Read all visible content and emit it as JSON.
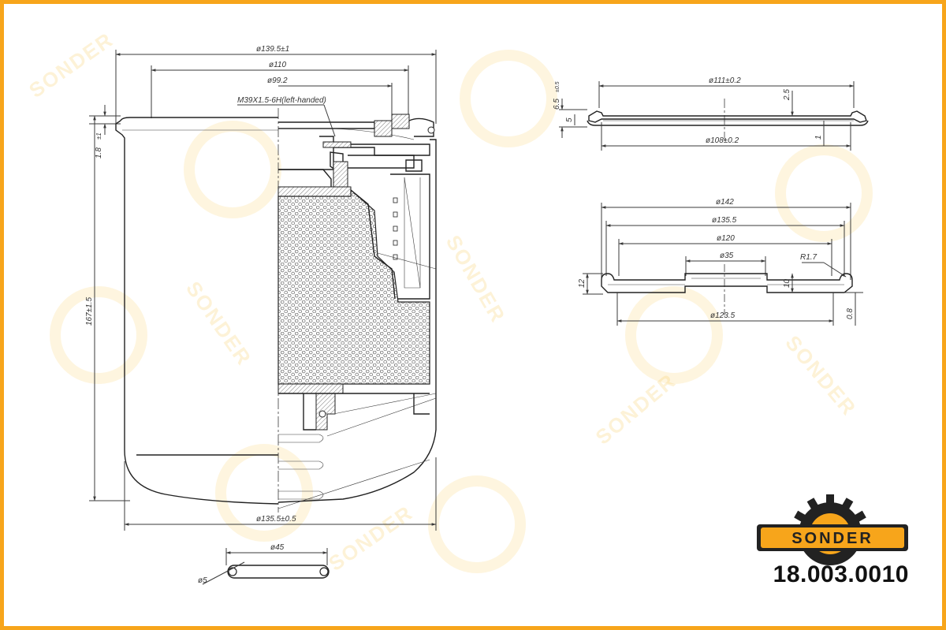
{
  "brand": {
    "name": "SONDER",
    "accent": "#f7a51b",
    "frame_color": "#f7a51b"
  },
  "part_number": "18.003.0010",
  "filter": {
    "d_outer": "ø139.5±1",
    "d_110": "ø110",
    "d_99": "ø99.2",
    "thread": "M39X1.5-6H(left-handed)",
    "h_lip": "1.8",
    "h_lip_tol": "±1",
    "height": "167±1.5",
    "d_bottom": "ø135.5±0.5"
  },
  "oring": {
    "d": "ø45",
    "section": "ø5"
  },
  "gasket": {
    "d_top": "ø111±0.2",
    "d_bot": "ø108±0.2",
    "h_total": "6.5",
    "h_total_tol": "±0.5",
    "h_5": "5",
    "h_25": "2.5",
    "h_1": "1"
  },
  "plate": {
    "d_142": "ø142",
    "d_135": "ø135.5",
    "d_120": "ø120",
    "d_35": "ø35",
    "radius": "R1.7",
    "d_123": "ø123.5",
    "h_12": "12",
    "h_10": "10",
    "h_08": "0.8"
  }
}
